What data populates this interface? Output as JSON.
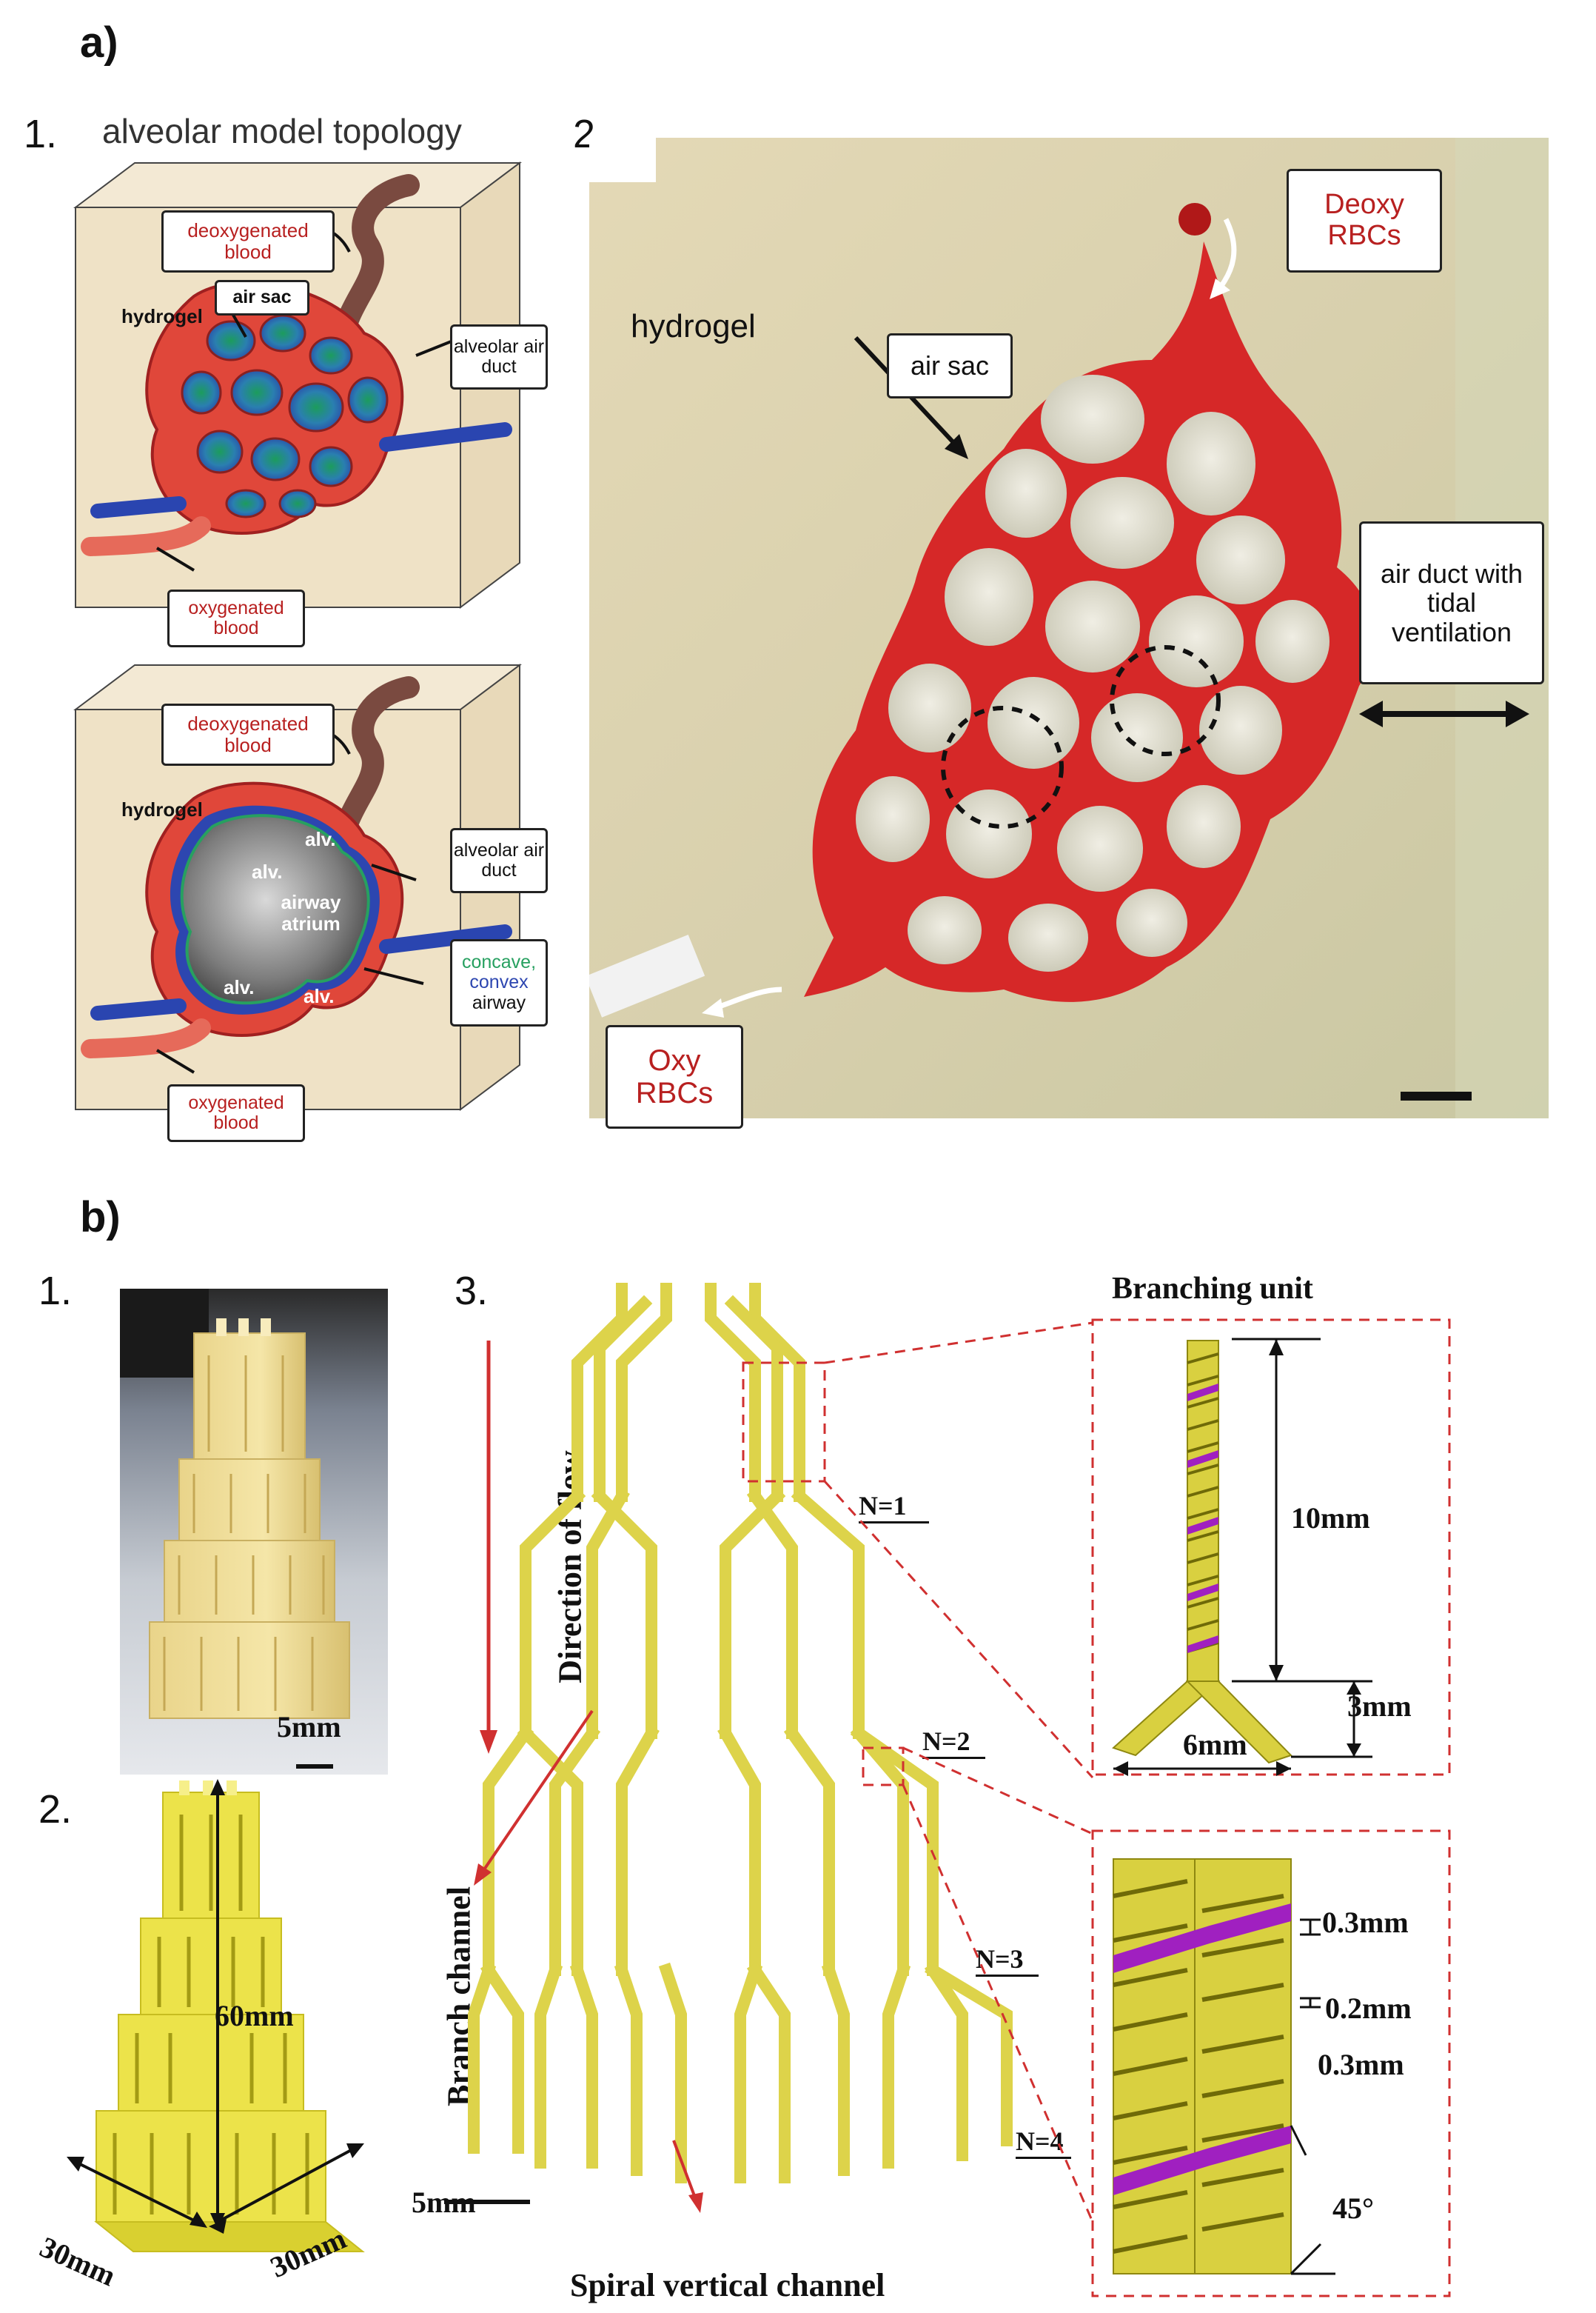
{
  "sections": {
    "a": {
      "label": "a)",
      "panel1": {
        "num": "1.",
        "title": "alveolar model topology",
        "top": {
          "deoxy": "deoxygenated blood",
          "hydrogel": "hydrogel",
          "air_sac": "air sac",
          "air_duct": "alveolar air duct",
          "oxy": "oxygenated blood"
        },
        "bottom": {
          "deoxy": "deoxygenated blood",
          "hydrogel": "hydrogel",
          "alv": "alv.",
          "atrium": "airway atrium",
          "air_duct": "alveolar air duct",
          "concave": "concave,",
          "convex": "convex",
          "airway": "airway",
          "oxy": "oxygenated blood"
        }
      },
      "panel2": {
        "num": "2.",
        "hydrogel": "hydrogel",
        "deoxy": "Deoxy RBCs",
        "air_sac": "air sac",
        "air_duct": "air duct with tidal ventilation",
        "oxy": "Oxy RBCs"
      }
    },
    "b": {
      "label": "b)",
      "panel1": {
        "num": "1.",
        "scale": "5mm"
      },
      "panel2": {
        "num": "2.",
        "height": "60mm",
        "width1": "30mm",
        "width2": "30mm"
      },
      "panel3": {
        "num": "3.",
        "flow": "Direction of flow",
        "branch": "Branch channel",
        "spiral": "Spiral vertical channel",
        "scale": "5mm",
        "n1": "N=1",
        "n2": "N=2",
        "n3": "N=3",
        "n4": "N=4",
        "unit_title": "Branching unit",
        "d10": "10mm",
        "d3": "3mm",
        "d6": "6mm",
        "d03a": "0.3mm",
        "d02": "0.2mm",
        "d03b": "0.3mm",
        "angle": "45°"
      }
    }
  },
  "colors": {
    "blood_red": "#d42a2a",
    "hydrogel_tan": "#efe2c6",
    "print_yellow": "#e5e04a",
    "resin_yellow": "#f1df9a",
    "magenta": "#a020c0",
    "dashed_red": "#d03030"
  }
}
